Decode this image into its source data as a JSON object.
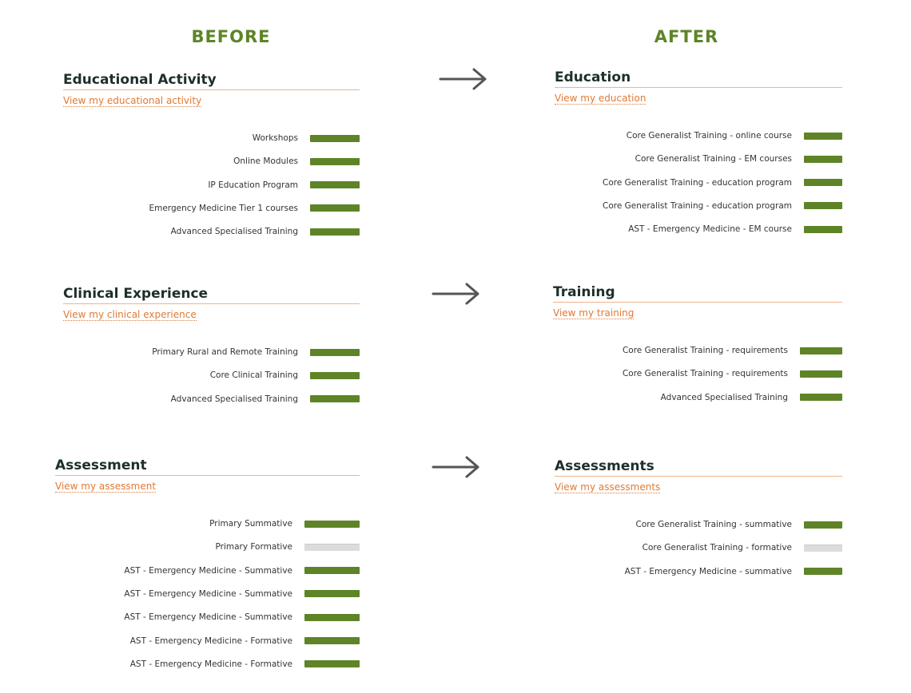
{
  "headers": {
    "before": "BEFORE",
    "after": "AFTER"
  },
  "colors": {
    "accent_green": "#5e8427",
    "link_orange": "#e07a35",
    "track_grey": "#dcdcdc",
    "arrow": "#555555"
  },
  "icons": {
    "transition": "arrow-right-icon"
  },
  "before": {
    "educational": {
      "title": "Educational Activity",
      "link": "View my educational activity",
      "items": [
        {
          "label": "Workshops",
          "progress": 1
        },
        {
          "label": "Online Modules",
          "progress": 1
        },
        {
          "label": "IP Education Program",
          "progress": 1
        },
        {
          "label": "Emergency Medicine Tier 1 courses",
          "progress": 1
        },
        {
          "label": "Advanced Specialised Training",
          "progress": 1
        }
      ]
    },
    "clinical": {
      "title": "Clinical Experience",
      "link": "View my clinical experience",
      "items": [
        {
          "label": "Primary Rural and Remote Training",
          "progress": 1
        },
        {
          "label": "Core Clinical Training",
          "progress": 1
        },
        {
          "label": "Advanced Specialised Training",
          "progress": 1
        }
      ]
    },
    "assessment": {
      "title": "Assessment",
      "link": "View my assessment",
      "items": [
        {
          "label": "Primary Summative",
          "progress": 1
        },
        {
          "label": "Primary Formative",
          "progress": 0
        },
        {
          "label": "AST - Emergency Medicine - Summative",
          "progress": 1
        },
        {
          "label": "AST - Emergency Medicine - Summative",
          "progress": 1
        },
        {
          "label": "AST - Emergency Medicine - Summative",
          "progress": 1
        },
        {
          "label": "AST - Emergency Medicine - Formative",
          "progress": 1
        },
        {
          "label": "AST - Emergency Medicine - Formative",
          "progress": 1
        }
      ]
    }
  },
  "after": {
    "education": {
      "title": "Education",
      "link": "View my education",
      "items": [
        {
          "label": "Core Generalist Training - online course",
          "progress": 1
        },
        {
          "label": "Core Generalist Training - EM courses",
          "progress": 1
        },
        {
          "label": "Core Generalist Training - education program",
          "progress": 1
        },
        {
          "label": "Core Generalist Training - education program",
          "progress": 1
        },
        {
          "label": "AST - Emergency Medicine - EM course",
          "progress": 1
        }
      ]
    },
    "training": {
      "title": "Training",
      "link": "View my training",
      "items": [
        {
          "label": "Core Generalist Training - requirements",
          "progress": 1
        },
        {
          "label": "Core Generalist Training - requirements",
          "progress": 1
        },
        {
          "label": "Advanced Specialised Training",
          "progress": 1
        }
      ]
    },
    "assessments": {
      "title": "Assessments",
      "link": "View my assessments",
      "items": [
        {
          "label": "Core Generalist Training - summative",
          "progress": 1
        },
        {
          "label": "Core Generalist Training - formative",
          "progress": 0
        },
        {
          "label": "AST - Emergency Medicine - summative",
          "progress": 1
        }
      ]
    }
  }
}
